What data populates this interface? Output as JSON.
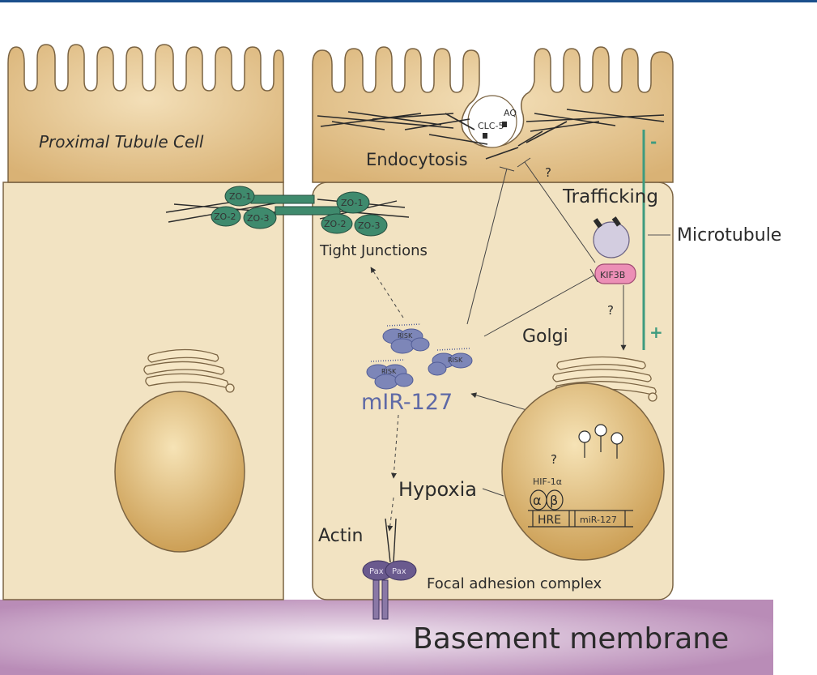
{
  "colors": {
    "cell_body": "#f2e3c2",
    "cell_top": "#d9b275",
    "cell_outline": "#7a6342",
    "nucleus_center": "#f6e3b6",
    "nucleus_edge": "#c99a4e",
    "membrane_light": "#f1e7f1",
    "membrane_dark": "#b98cb7",
    "junction": "#3f8a6d",
    "risk": "#7d86b8",
    "risk_dark": "#525d96",
    "kif3b": "#ec8fb6",
    "pax": "#6a5a8e",
    "vesicle": "#d3cde0",
    "microtubule": "#3e9b7f",
    "mir_text": "#5e69a6",
    "top_rule": "#1b4f8c"
  },
  "labels": {
    "cell_name": "Proximal Tubule Cell",
    "endocytosis": "Endocytosis",
    "trafficking": "Trafficking",
    "microtubule": "Microtubule",
    "microtubule_minus": "-",
    "microtubule_plus": "+",
    "tight_junctions": "Tight Junctions",
    "golgi": "Golgi",
    "mir127": "mIR-127",
    "hypoxia": "Hypoxia",
    "actin": "Actin",
    "focal_adhesion": "Focal adhesion complex",
    "basement_membrane": "Basement membrane",
    "aq": "AQ",
    "clc5": "CLC-5",
    "q_endocytosis": "?",
    "q_golgi": "?",
    "q_hif": "?",
    "kif3b": "KIF3B",
    "hif1a": "HIF-1α",
    "alpha": "α",
    "beta": "β",
    "hre": "HRE",
    "mir127_gene": "miR-127",
    "risk": "RISK",
    "zo1": "ZO-1",
    "zo2": "ZO-2",
    "zo3": "ZO-3",
    "pax": "Pax"
  }
}
